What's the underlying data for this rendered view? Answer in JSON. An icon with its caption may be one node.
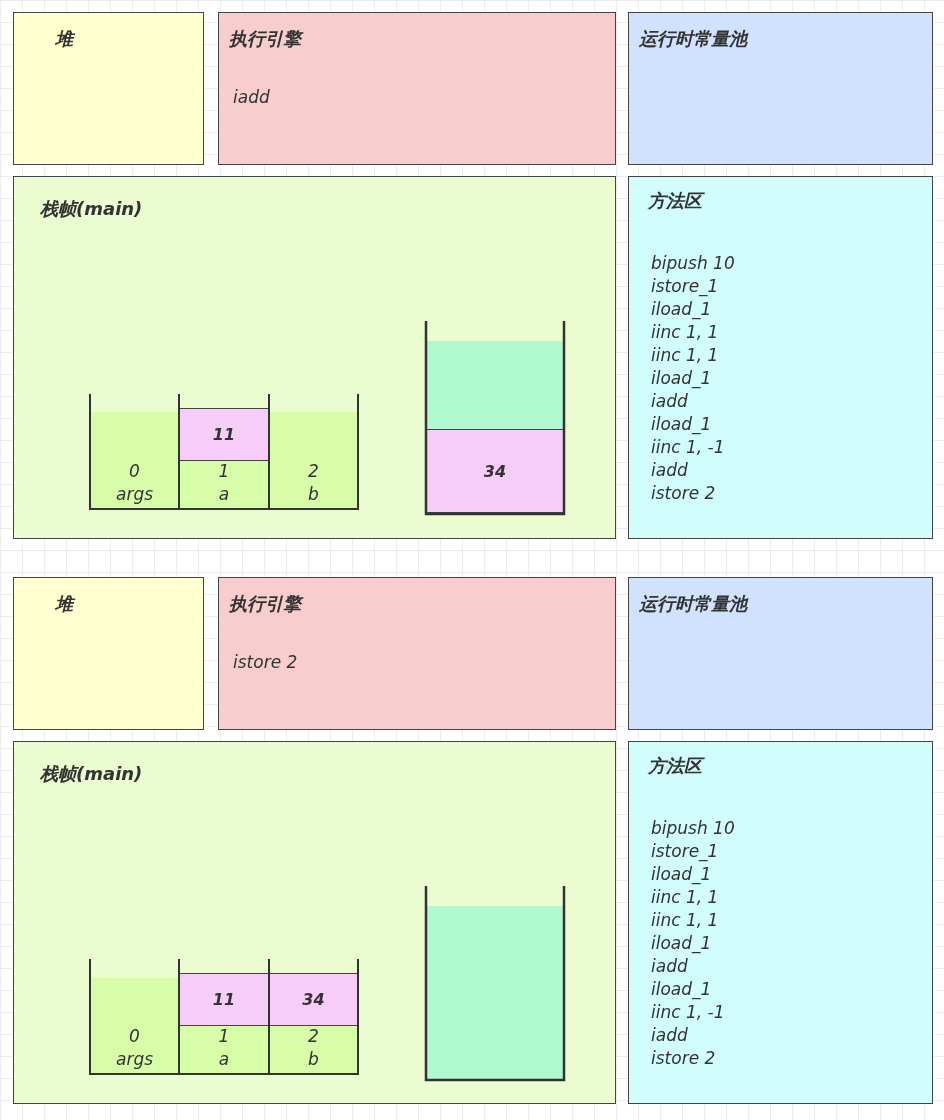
{
  "diagram": {
    "nodes": [
      {
        "text": [
          "堆"
        ]
      },
      {
        "text": [
          "执行引擎",
          "iadd"
        ]
      },
      {
        "text": [
          "运行时常量池"
        ]
      },
      {
        "text": [
          "栈帧(main)"
        ]
      },
      {
        "text": [
          "0",
          "args"
        ],
        "in": 3
      },
      {
        "text": [
          "1",
          "a"
        ],
        "in": 3
      },
      {
        "text": [
          "2",
          "b"
        ],
        "in": 3
      },
      {
        "text": [
          "11"
        ],
        "in": 3
      },
      {
        "text": [],
        "shape": "box",
        "in": 3
      },
      {
        "text": [
          "34"
        ],
        "in": 8
      },
      {
        "text": [
          "方法区",
          "bipush 10",
          "istore_1",
          "iload_1",
          "iinc 1, 1",
          "iinc 1, 1",
          "iload_1",
          "iadd",
          "iload_1",
          "iinc 1, -1",
          "iadd",
          "istore 2"
        ]
      },
      {
        "text": [
          "堆"
        ]
      },
      {
        "text": [
          "执行引擎",
          "istore 2"
        ]
      },
      {
        "text": [
          "运行时常量池"
        ]
      },
      {
        "text": [
          "栈帧(main)"
        ]
      },
      {
        "text": [
          "0",
          "args"
        ],
        "in": 14
      },
      {
        "text": [
          "1",
          "a"
        ],
        "in": 14
      },
      {
        "text": [
          "2",
          "b"
        ],
        "in": 14
      },
      {
        "text": [
          "11"
        ],
        "in": 14
      },
      {
        "text": [
          "34"
        ],
        "in": 14
      },
      {
        "text": [],
        "shape": "box",
        "in": 14
      },
      {
        "text": [
          "方法区",
          "bipush 10",
          "istore_1",
          "iload_1",
          "iinc 1, 1",
          "iinc 1, 1",
          "iload_1",
          "iadd",
          "iload_1",
          "iinc 1, -1",
          "iadd",
          "istore 2"
        ]
      }
    ]
  }
}
